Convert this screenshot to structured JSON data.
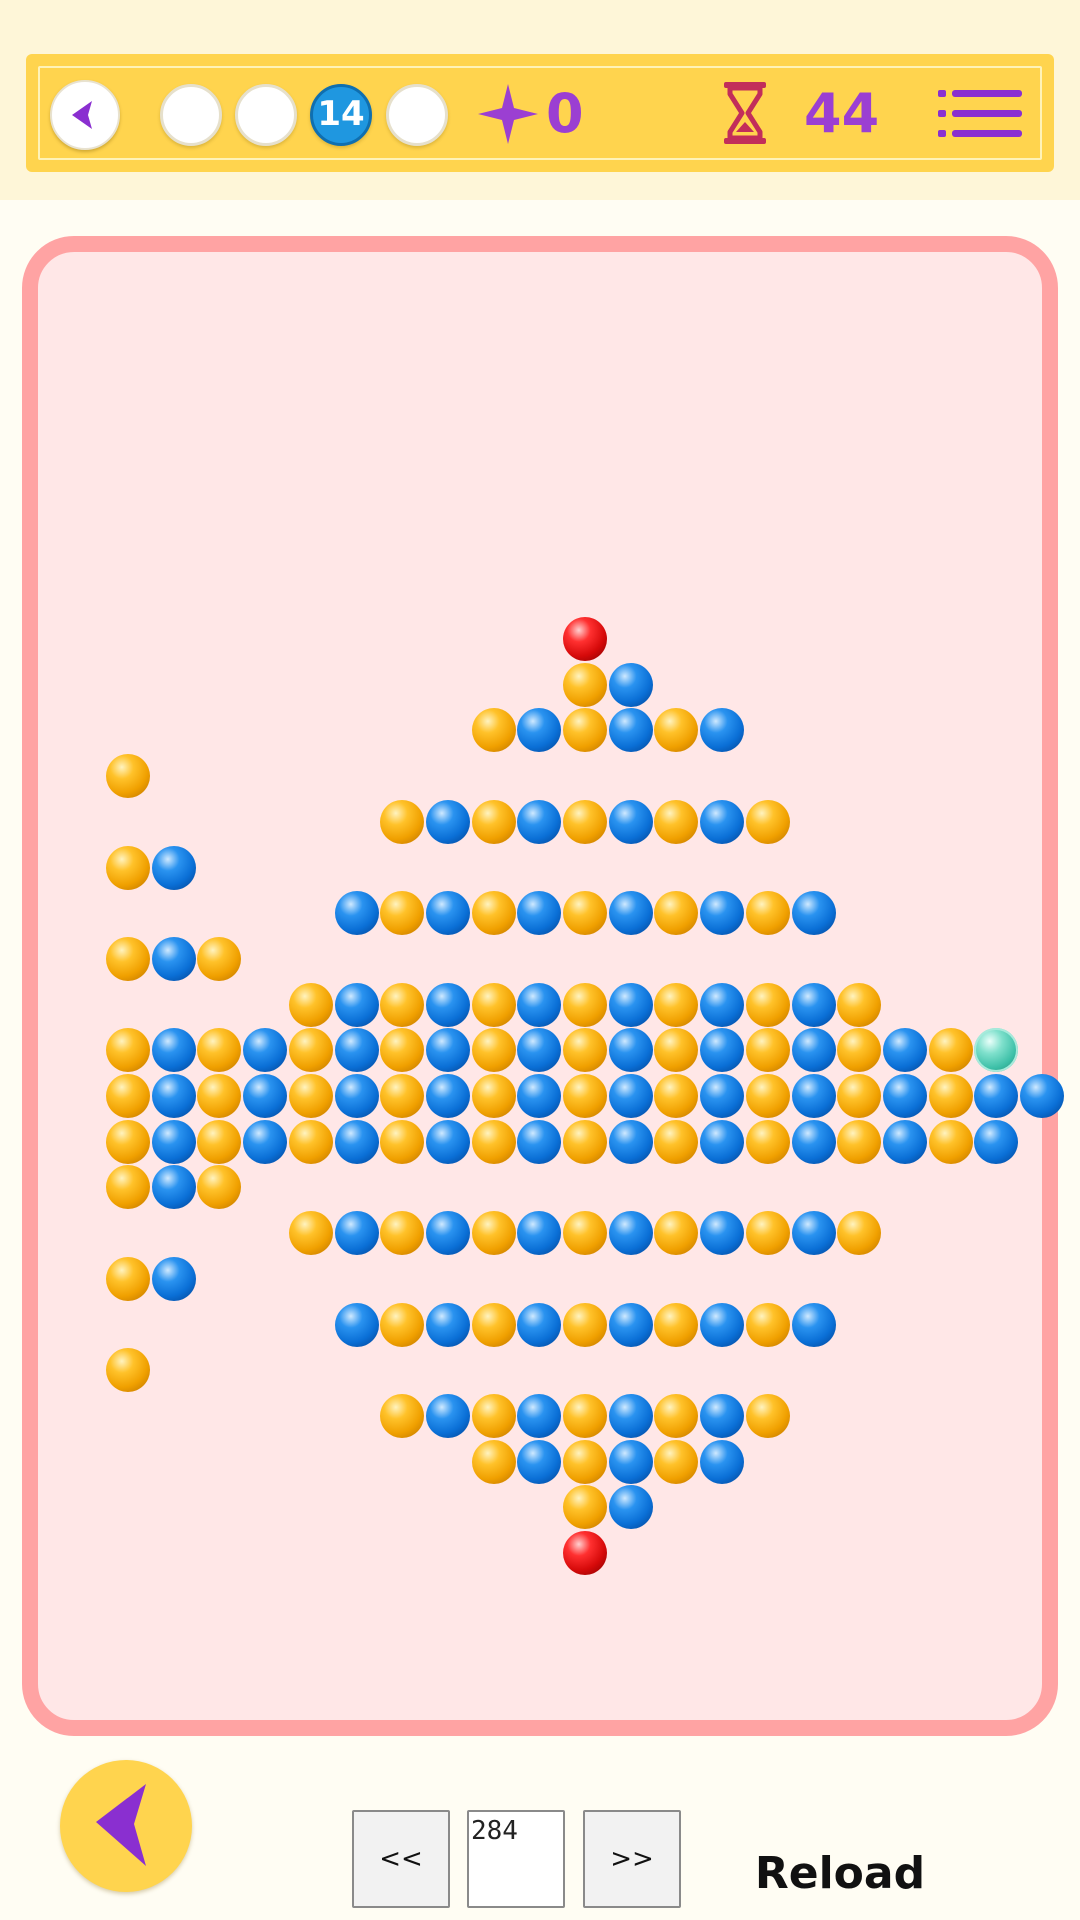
{
  "hud": {
    "back_icon": "chevron-left-icon",
    "levels": [
      {
        "label": "",
        "active": false
      },
      {
        "label": "",
        "active": false
      },
      {
        "label": "14",
        "active": true
      },
      {
        "label": "",
        "active": false
      }
    ],
    "stars_icon": "sparkle-star-icon",
    "stars": "0",
    "timer_icon": "hourglass-icon",
    "timer": "44",
    "menu_icon": "menu-icon"
  },
  "board": {
    "colors": {
      "orange": "#f0a000",
      "blue": "#0a6fd6",
      "red": "#d60a0a",
      "selected": "#3cbfa7",
      "frame": "#ffa3a3",
      "background": "#ffe7e7"
    },
    "rows": [
      {
        "col": 10,
        "seq": "R"
      },
      {
        "col": 10,
        "seq": "OB"
      },
      {
        "col": 8,
        "seq": "OBOBOB"
      },
      {
        "col": 0,
        "seq": "O"
      },
      {
        "col": 6,
        "seq": "OBOBOBOBO"
      },
      {
        "col": 0,
        "seq": "OB"
      },
      {
        "col": 5,
        "seq": "BOBOBOBOBOB"
      },
      {
        "col": 0,
        "seq": "OBO"
      },
      {
        "col": 4,
        "seq": "OBOBOBOBOBOBO"
      },
      {
        "col": 0,
        "seq": "OBOBOBOBOBOBOBOBOBOT"
      },
      {
        "col": 0,
        "seq": "OBOBOBOBOBOBOBOBOBOBB"
      },
      {
        "col": 0,
        "seq": "OBOBOBOBOBOBOBOBOBOB"
      },
      {
        "col": 0,
        "seq": "OBO"
      },
      {
        "col": 4,
        "seq": "OBOBOBOBOBOBO"
      },
      {
        "col": 0,
        "seq": "OB"
      },
      {
        "col": 5,
        "seq": "BOBOBOBOBOB"
      },
      {
        "col": 0,
        "seq": "O"
      },
      {
        "col": 6,
        "seq": "OBOBOBOBO"
      },
      {
        "col": 8,
        "seq": "OBOBOB"
      },
      {
        "col": 10,
        "seq": "OB"
      },
      {
        "col": 10,
        "seq": "R"
      }
    ]
  },
  "footer": {
    "back_icon": "chevron-left-icon",
    "prev_label": "<<",
    "page_value": "284",
    "next_label": ">>",
    "reload_label": "Reload"
  }
}
